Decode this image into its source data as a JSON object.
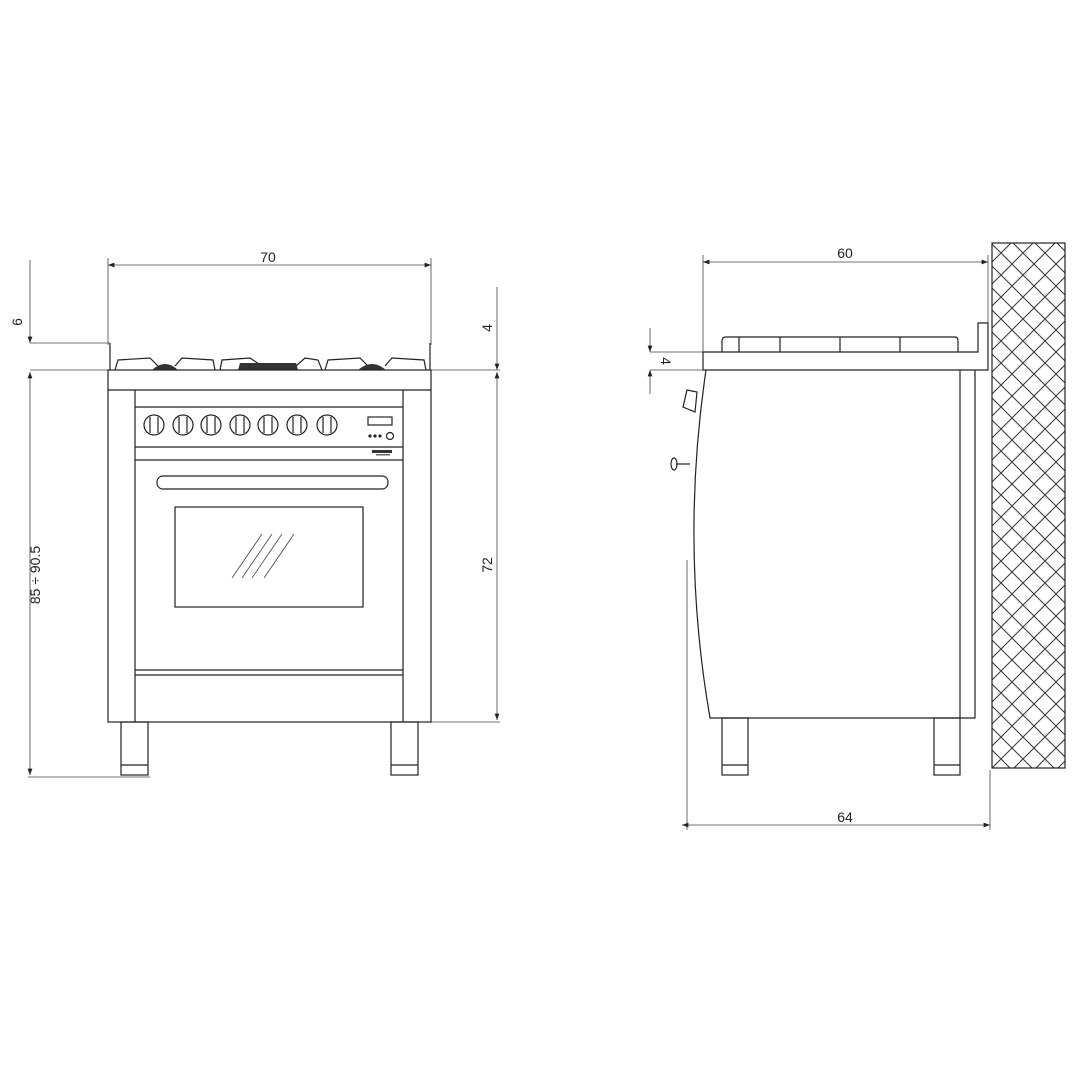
{
  "front_view": {
    "width_label": "70",
    "cooktop_height_label": "6",
    "counter_offset_label": "4",
    "body_height_label": "72",
    "total_height_label": "85 ÷ 90.5",
    "knob_count": 7
  },
  "side_view": {
    "depth_label": "60",
    "counter_thickness_label": "4",
    "total_depth_label": "64"
  },
  "colors": {
    "line": "#222222",
    "background": "#ffffff"
  }
}
